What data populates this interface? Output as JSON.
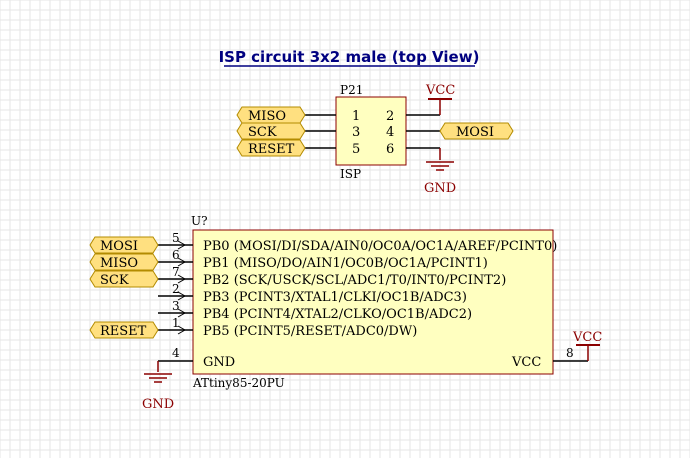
{
  "title": "ISP circuit 3x2 male (top View)",
  "colors": {
    "grid": "#e6e6e6",
    "component_fill": "#ffffc0",
    "component_border": "#8b0000",
    "wire": "#000000",
    "port_fill": "#ffe080",
    "port_border": "#b38b00",
    "power": "#8b0000",
    "title": "#000080"
  },
  "isp": {
    "designator": "P21",
    "comment": "ISP",
    "pins": {
      "p1": "1",
      "p2": "2",
      "p3": "3",
      "p4": "4",
      "p5": "5",
      "p6": "6"
    },
    "ports_left": [
      "MISO",
      "SCK",
      "RESET"
    ],
    "port_right": "MOSI",
    "vcc_label": "VCC",
    "gnd_label": "GND"
  },
  "mcu": {
    "designator": "U?",
    "part": "ATtiny85-20PU",
    "pin_rows": [
      {
        "num": "5",
        "label": "PB0 (MOSI/DI/SDA/AIN0/OC0A/OC1A/AREF/PCINT0)",
        "port": "MOSI"
      },
      {
        "num": "6",
        "label": "PB1 (MISO/DO/AIN1/OC0B/OC1A/PCINT1)",
        "port": "MISO"
      },
      {
        "num": "7",
        "label": "PB2 (SCK/USCK/SCL/ADC1/T0/INT0/PCINT2)",
        "port": "SCK"
      },
      {
        "num": "2",
        "label": "PB3 (PCINT3/XTAL1/CLKI/OC1B/ADC3)",
        "port": ""
      },
      {
        "num": "3",
        "label": "PB4 (PCINT4/XTAL2/CLKO/OC1B/ADC2)",
        "port": ""
      },
      {
        "num": "1",
        "label": "PB5 (PCINT5/RESET/ADC0/DW)",
        "port": "RESET"
      }
    ],
    "gnd_pin_num": "4",
    "gnd_pin_label": "GND",
    "vcc_pin_num": "8",
    "vcc_pin_label": "VCC",
    "gnd_power_label": "GND",
    "vcc_power_label": "VCC"
  }
}
